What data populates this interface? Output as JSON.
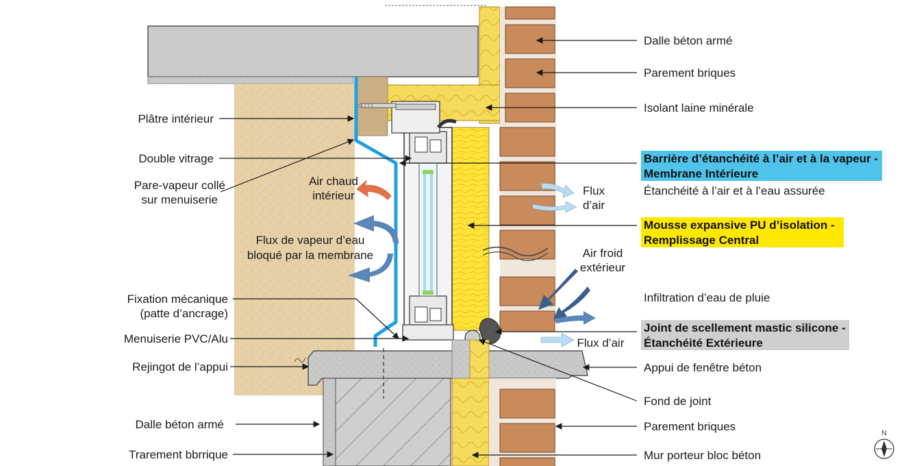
{
  "labels": {
    "left": {
      "platre": "Plâtre intérieur",
      "double_vitrage": "Double vitrage",
      "pare_vapeur_1": "Pare-vapeur collé",
      "pare_vapeur_2": "sur menuiserie",
      "fixation_1": "Fixation mécanique",
      "fixation_2": "(patte d’ancrage)",
      "menuiserie": "Menuiserie PVC/Alu",
      "rejingot": "Rejingot de l’appui",
      "dalle_bas": "Dalle béton armé",
      "trarement": "Trarement bbrrique"
    },
    "center": {
      "air_chaud_1": "Air chaud",
      "air_chaud_2": "intérieur",
      "vapeur_1": "Flux de vapeur d’eau",
      "vapeur_2": "bloqué par la membrane",
      "flux_air_1": "Flux",
      "flux_air_2": "d’air",
      "air_froid_1": "Air froid",
      "air_froid_2": "extérieur",
      "flux_air_bas": "Flux d’air"
    },
    "right": {
      "dalle_haut": "Dalle béton armé",
      "parement_haut": "Parement briques",
      "isolant": "Isolant laine minérale",
      "barriere_1": "Barrière d’étanchéité à l’air et à la vapeur -",
      "barriere_2": "Membrane Intérieure",
      "etancheite": "Étanchéité à l’air et à l’eau assurée",
      "mousse_1": "Mousse expansive PU d’isolation -",
      "mousse_2": "Remplissage Central",
      "infiltration": "Infiltration d’eau de pluie",
      "joint_1": "Joint de scellement mastic silicone -",
      "joint_2": "Étanchéité Extérieure",
      "appui": "Appui de fenêtre béton",
      "fond_joint": "Fond de joint",
      "parement_bas": "Parement briques",
      "mur_porteur": "Mur porteur bloc béton"
    },
    "compass": "N"
  },
  "colors": {
    "membrane": "#1fa0e0",
    "highlight_blue": "#4fc3ea",
    "highlight_yellow": "#ffe800",
    "highlight_grey": "#cfcfcf",
    "plaster": "#e4cfa6",
    "brick": "#c98a5c",
    "mineral_wool": "#f7dc5c",
    "pu_foam": "#ffe53a",
    "concrete": "#c8c8c8",
    "warm_arrow": "#e0714a",
    "vapour_arrow": "#5b86b8",
    "cold_arrow": "#3d5d8a",
    "air_arrow": "#b9dcf2"
  }
}
